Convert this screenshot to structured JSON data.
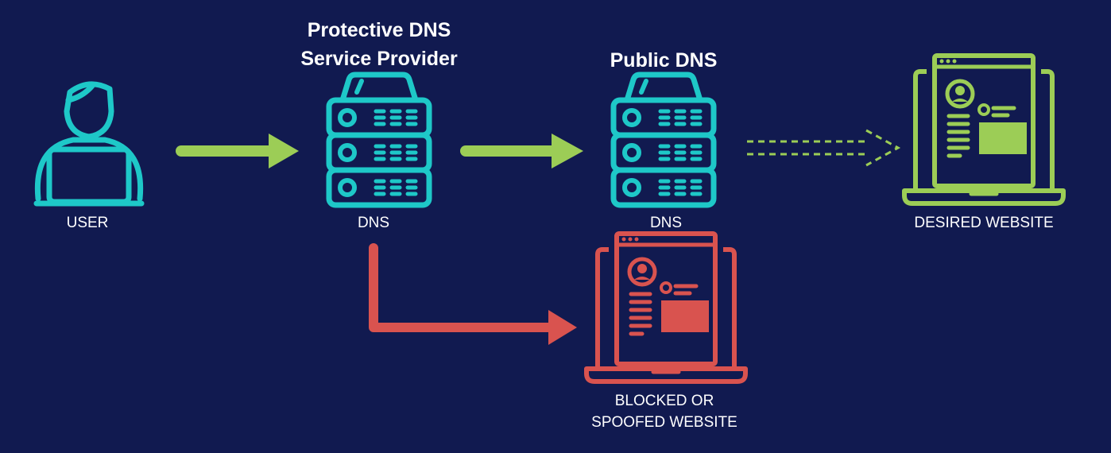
{
  "colors": {
    "background": "#111a50",
    "accent_teal": "#1ec8c8",
    "accent_green": "#9ccd56",
    "accent_red": "#d9534f",
    "text": "#ffffff"
  },
  "headings": {
    "protective_line1": "Protective DNS",
    "protective_line2": "Service Provider",
    "public": "Public DNS"
  },
  "captions": {
    "user": "USER",
    "protective_dns": "DNS",
    "public_dns": "DNS",
    "desired": "DESIRED WEBSITE",
    "blocked_line1": "BLOCKED OR",
    "blocked_line2": "SPOOFED WEBSITE"
  },
  "icons": {
    "user": "user-at-laptop-icon",
    "server": "dns-server-icon",
    "website": "laptop-website-icon"
  }
}
